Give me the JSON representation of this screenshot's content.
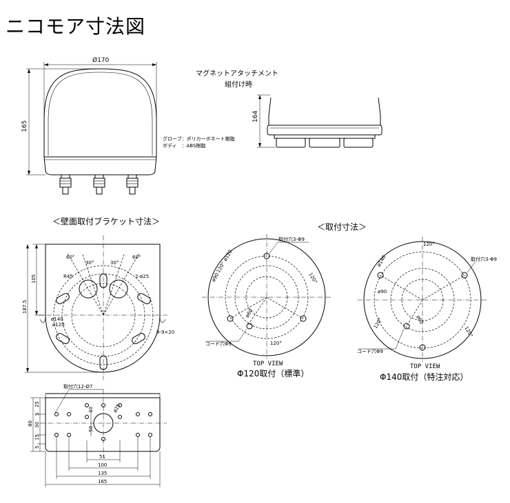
{
  "title": "ニコモア寸法図",
  "main_view": {
    "width_dim": "Ø170",
    "height_dim": "165",
    "material_globe": "グローブ：ポリカーボネート樹脂",
    "material_body": "ボディ　：ABS樹脂"
  },
  "magnet_view": {
    "title_line1": "マグネットアタッチメント",
    "title_line2": "組付け時",
    "height_dim": "164"
  },
  "bracket": {
    "section_title": "＜壁面取付ブラケット寸法＞",
    "angle_60_left": "60°",
    "angle_30_left": "30°",
    "angle_30_right": "30°",
    "angle_60_right": "60°",
    "hole_r": "R45",
    "hole_2x25": "2-ø25",
    "slot_label": "9-9×20",
    "phi140": "ø140",
    "phi120": "ø120",
    "dim_105": "105",
    "dim_187": "187.5"
  },
  "mounting": {
    "section_title": "＜取付寸法＞",
    "left": {
      "holes_label": "取付穴3-Φ9",
      "phi120": "ø120",
      "phi90": "ø90",
      "phi60": "ø60",
      "angle_a": "120°",
      "angle_b": "120°",
      "angle_c": "120°",
      "cord_label": "コード穴Φ9",
      "view_label": "TOP VIEW",
      "caption": "Φ120取付（標準）"
    },
    "right": {
      "phi140": "ø140",
      "phi90": "ø90",
      "phi60": "ø60",
      "angle_a": "120°",
      "angle_b": "120°",
      "angle_c": "120°",
      "holes_label": "取付穴3-Φ9",
      "cord_label": "コード穴Φ9",
      "view_label": "TOP VIEW",
      "caption": "Φ140取付（特注対応）"
    }
  },
  "plate": {
    "holes_label": "取付穴12-Ø7",
    "phi25": "ø25",
    "dim_25": "25",
    "dim_5": "5",
    "dim_30": "30",
    "dim_15_a": "15",
    "dim_5_b": "5",
    "dim_80": "80",
    "dim_50": "50",
    "dim_30v": "30",
    "dim_51": "51",
    "dim_100": "100",
    "dim_135": "135",
    "dim_165": "165"
  }
}
